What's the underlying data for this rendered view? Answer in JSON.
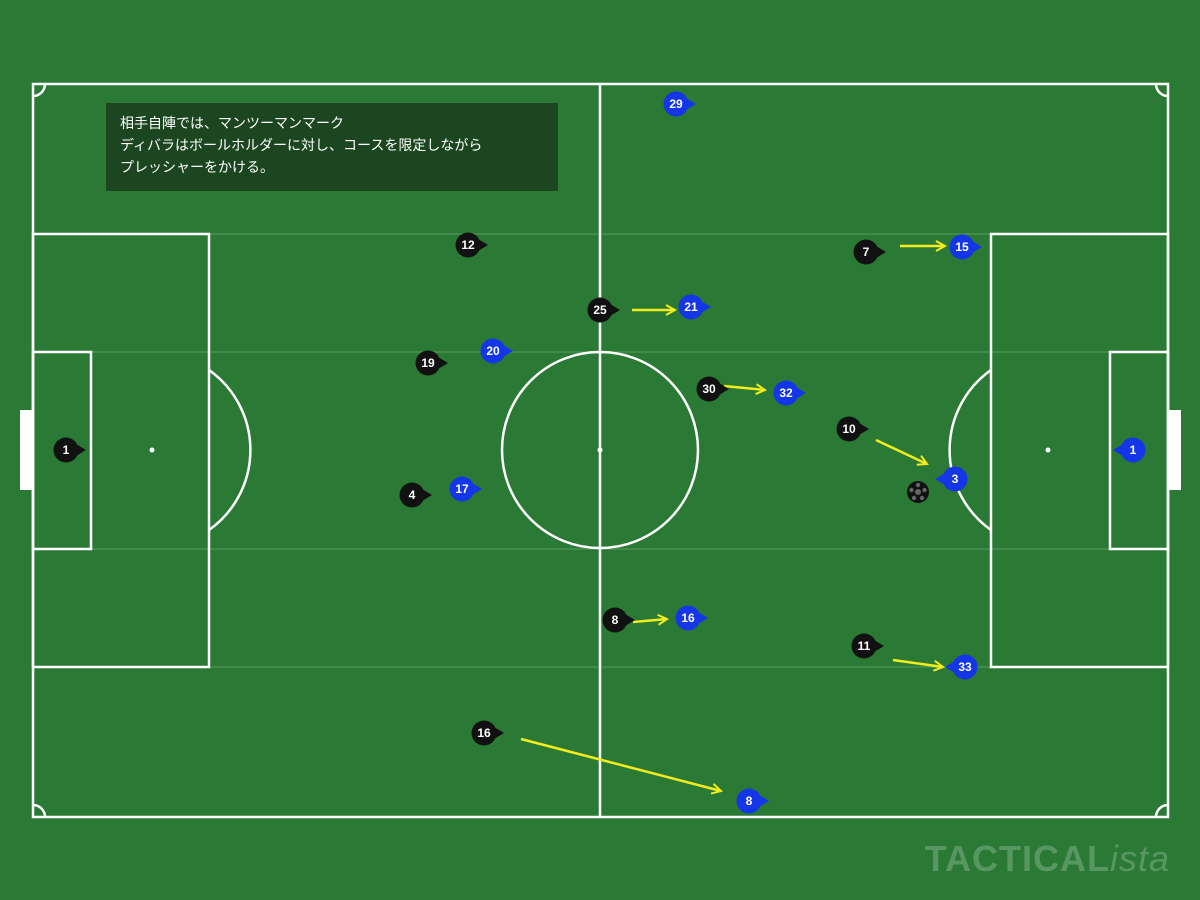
{
  "note": {
    "lines": [
      "相手自陣では、マンツーマンマーク",
      "ディバラはボールホルダーに対し、コースを限定しながら",
      "プレッシャーをかける。"
    ]
  },
  "watermark": {
    "part1": "TACTICAL",
    "part2": "ista"
  },
  "colors": {
    "pitch": "#2a7a35",
    "lines": "#ffffff",
    "team_black": "#111111",
    "team_blue": "#1436e6",
    "arrow": "#f2ec1f"
  },
  "players_black": [
    {
      "number": "1"
    },
    {
      "number": "12"
    },
    {
      "number": "25"
    },
    {
      "number": "19"
    },
    {
      "number": "4"
    },
    {
      "number": "30"
    },
    {
      "number": "7"
    },
    {
      "number": "10"
    },
    {
      "number": "8"
    },
    {
      "number": "11"
    },
    {
      "number": "16"
    }
  ],
  "players_blue": [
    {
      "number": "29"
    },
    {
      "number": "15"
    },
    {
      "number": "21"
    },
    {
      "number": "20"
    },
    {
      "number": "32"
    },
    {
      "number": "17"
    },
    {
      "number": "3"
    },
    {
      "number": "1"
    },
    {
      "number": "16"
    },
    {
      "number": "33"
    },
    {
      "number": "8"
    }
  ],
  "ball": {
    "icon": "soccer-ball-icon"
  },
  "arrows": [
    {
      "from": "7",
      "to": "15"
    },
    {
      "from": "25",
      "to": "21"
    },
    {
      "from": "30",
      "to": "32"
    },
    {
      "from": "10",
      "to": "3"
    },
    {
      "from": "8",
      "to": "16"
    },
    {
      "from": "11",
      "to": "33"
    },
    {
      "from": "16",
      "to": "8"
    }
  ]
}
